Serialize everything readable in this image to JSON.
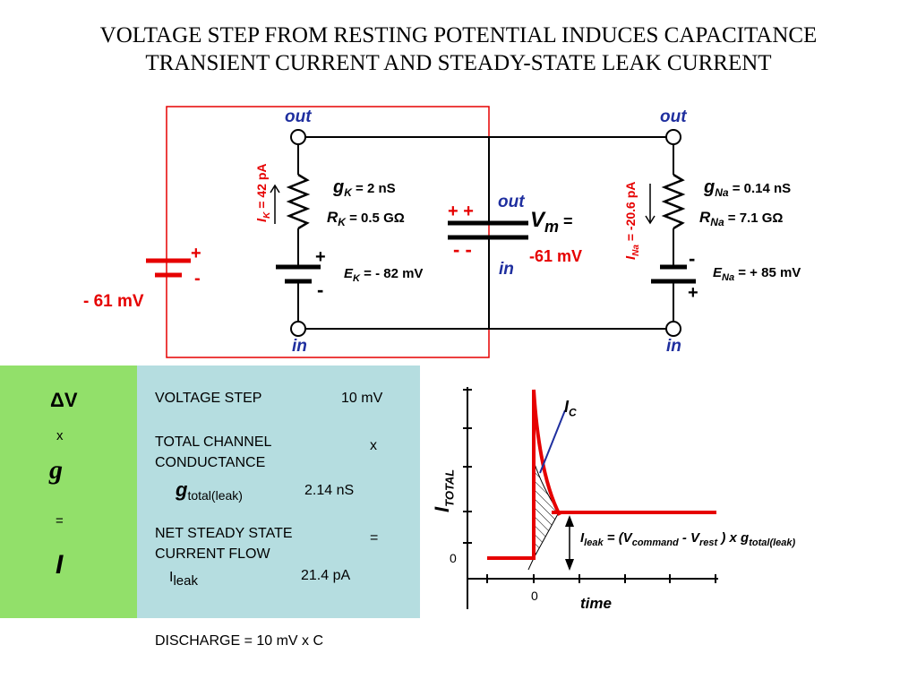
{
  "title": {
    "line1": "VOLTAGE STEP FROM RESTING POTENTIAL INDUCES CAPACITANCE",
    "line2": "TRANSIENT CURRENT AND STEADY-STATE LEAK CURRENT"
  },
  "circuit": {
    "out_left": "out",
    "out_mid": "out",
    "out_right": "out",
    "in_left": "in",
    "in_mid": "in",
    "in_right": "in",
    "battery_plus": "+",
    "battery_minus": "-",
    "battery_voltage": "- 61 mV",
    "ik_label": "I",
    "ik_sub": "K",
    "ik_value": " =  42  pA",
    "gk_sym": "g",
    "gk_sub": "K",
    "gk_value": " = 2 nS",
    "rk_sym": "R",
    "rk_sub": "K",
    "rk_value": " =  0.5 GΩ",
    "ek_plus": "+",
    "ek_minus": "-",
    "ek_sym": "E",
    "ek_sub": "K",
    "ek_value": " = - 82 mV",
    "cap_plus": "+  +",
    "cap_minus": "-  -",
    "vm_sym": "V",
    "vm_sub": "m",
    "vm_eq": " =",
    "vm_value": "-61 mV",
    "ina_label": "I",
    "ina_sub": "Na",
    "ina_value": " = -20.6 pA",
    "gna_sym": "g",
    "gna_sub": "Na",
    "gna_value": " = 0.14 nS",
    "rna_sym": "R",
    "rna_sub": "Na",
    "rna_value": " =  7.1 GΩ",
    "ena_minus": "-",
    "ena_plus": "+",
    "ena_sym": "E",
    "ena_sub": "Na",
    "ena_value": " = + 85 mV"
  },
  "equation": {
    "delta_v": "ΔV",
    "times": "x",
    "g": "g",
    "equals": "=",
    "i": "I"
  },
  "table": {
    "voltage_step_label": "VOLTAGE STEP",
    "voltage_step_value": "10 mV",
    "conductance_label_1": "TOTAL CHANNEL",
    "conductance_label_2": "CONDUCTANCE",
    "conductance_x": "x",
    "g_total_sym": "g",
    "g_total_sub": "total(leak)",
    "g_total_value": "2.14 nS",
    "net_label_1": "NET STEADY STATE",
    "net_label_2": "CURRENT FLOW",
    "net_equals": "=",
    "ileak_sym": "I",
    "ileak_sub": "leak",
    "ileak_value": "21.4 pA"
  },
  "discharge": "DISCHARGE  =  10 mV x C",
  "graph": {
    "ylabel": "I",
    "ylabel_sub": "TOTAL",
    "xlabel": "time",
    "y_zero": "0",
    "x_zero": "0",
    "ic_label": "I",
    "ic_sub": "C",
    "leak_label": "I",
    "leak_sub": "leak",
    "leak_mid": " = (V",
    "leak_sub2": "command",
    "leak_mid2": " - V",
    "leak_sub3": "rest",
    "leak_mid3": " ) x g",
    "leak_sub4": "total(leak)"
  },
  "colors": {
    "red": "#e60000",
    "blue_label": "#1f2f9f",
    "green_panel": "#92e06a",
    "cyan_panel": "#b5dde0"
  }
}
